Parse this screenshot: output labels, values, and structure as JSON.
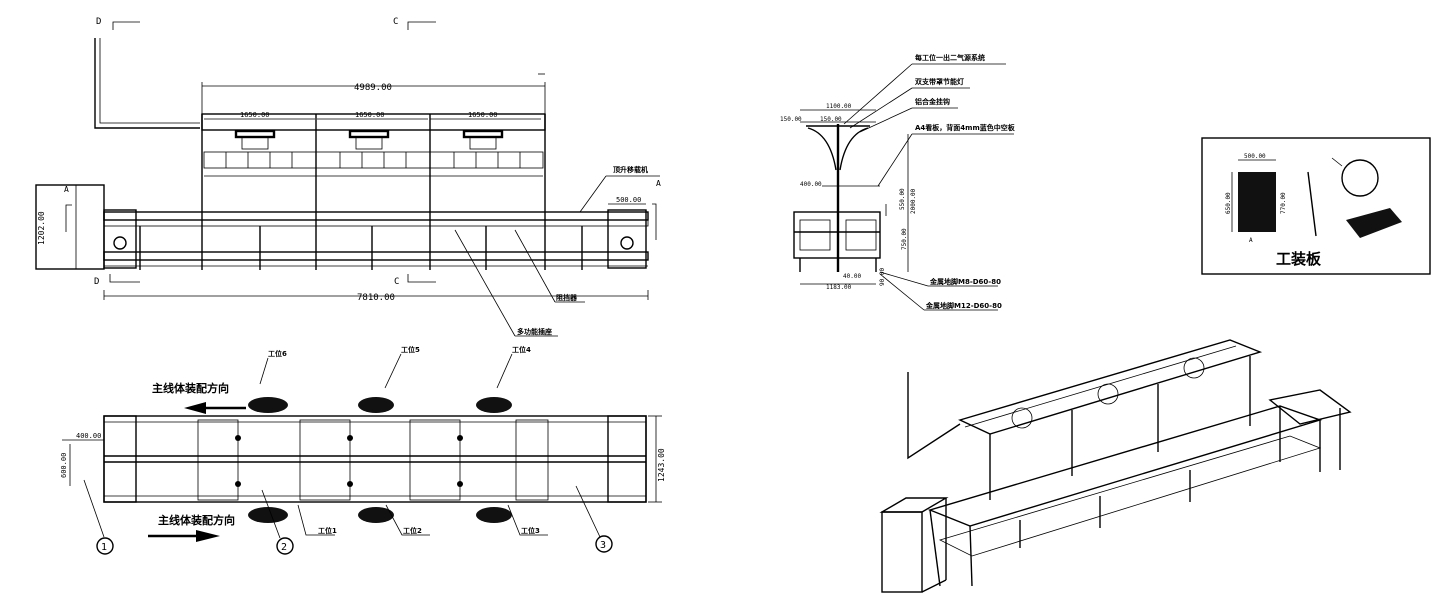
{
  "views": {
    "front": {
      "section_d": "D",
      "section_c": "C",
      "section_a": "A",
      "dim_total_upper": "4989.00",
      "dim_station": [
        "1650.00",
        "1650.00",
        "1650.00"
      ],
      "dim_height": "1202.00",
      "dim_500": "500.00",
      "dim_total_lower": "7810.00",
      "label_lift": "顶升移载机",
      "label_stopper": "阻挡器",
      "label_socket": "多功能插座"
    },
    "plan": {
      "dim_400": "400.00",
      "dim_600": "600.00",
      "dim_1243": "1243.00",
      "direction_top": "主线体装配方向",
      "direction_bottom": "主线体装配方向",
      "stations_top": [
        "工位6",
        "工位5",
        "工位4"
      ],
      "stations_bottom": [
        "工位1",
        "工位2",
        "工位3"
      ],
      "balloons": [
        "1",
        "2",
        "3"
      ]
    },
    "side": {
      "label_air": "每工位一出二气源系统",
      "label_lamp": "双支带罩节能灯",
      "label_hook": "铝合金挂钩",
      "label_board": "A4看板，背面4mm蓝色中空板",
      "label_foot1": "金属地脚M8-D60-80",
      "label_foot2": "金属地脚M12-D60-80",
      "dim_1100": "1100.00",
      "dim_150a": "150.00",
      "dim_150b": "150.00",
      "dim_400": "400.00",
      "dim_2000": "2000.00",
      "dim_550": "550.00",
      "dim_750": "750.00",
      "dim_40": "40.00",
      "dim_90": "90.00",
      "dim_1183": "1183.00"
    },
    "fixture": {
      "dim_500": "500.00",
      "dim_650": "650.00",
      "dim_770": "770.00",
      "section_a": "A",
      "title": "工装板"
    }
  }
}
